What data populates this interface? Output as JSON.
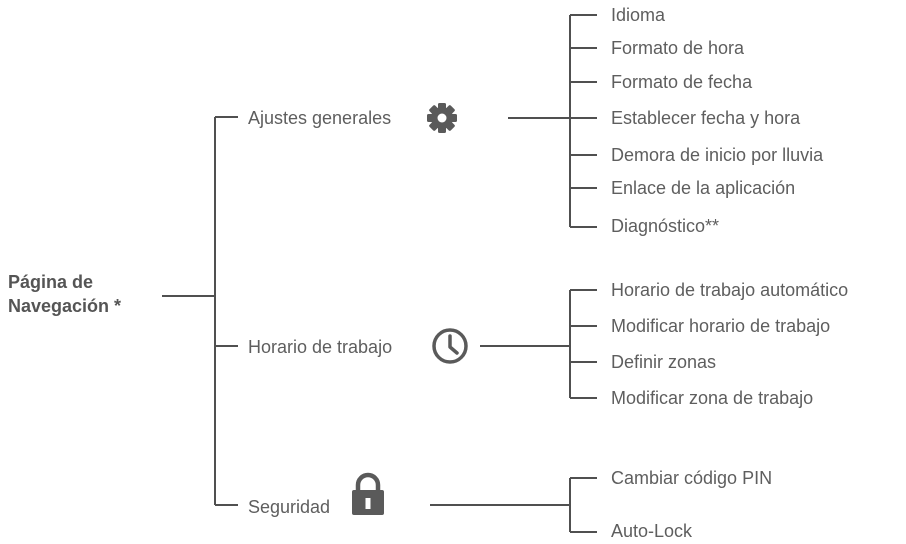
{
  "root": {
    "line1": "Página de",
    "line2": "Navegación *"
  },
  "branches": [
    {
      "label": "Ajustes generales",
      "icon": "gear-icon",
      "items": [
        "Idioma",
        "Formato de hora",
        "Formato de fecha",
        "Establecer fecha y hora",
        "Demora de inicio por lluvia",
        "Enlace de la aplicación",
        "Diagnóstico**"
      ]
    },
    {
      "label": "Horario de trabajo",
      "icon": "clock-icon",
      "items": [
        "Horario de trabajo automático",
        "Modificar horario de trabajo",
        "Definir zonas",
        "Modificar zona de trabajo"
      ]
    },
    {
      "label": "Seguridad",
      "icon": "lock-icon",
      "items": [
        "Cambiar código PIN",
        "Auto-Lock"
      ]
    }
  ],
  "colors": {
    "line": "#505050",
    "text": "#5e5e5e",
    "icon": "#5a5a5a"
  }
}
